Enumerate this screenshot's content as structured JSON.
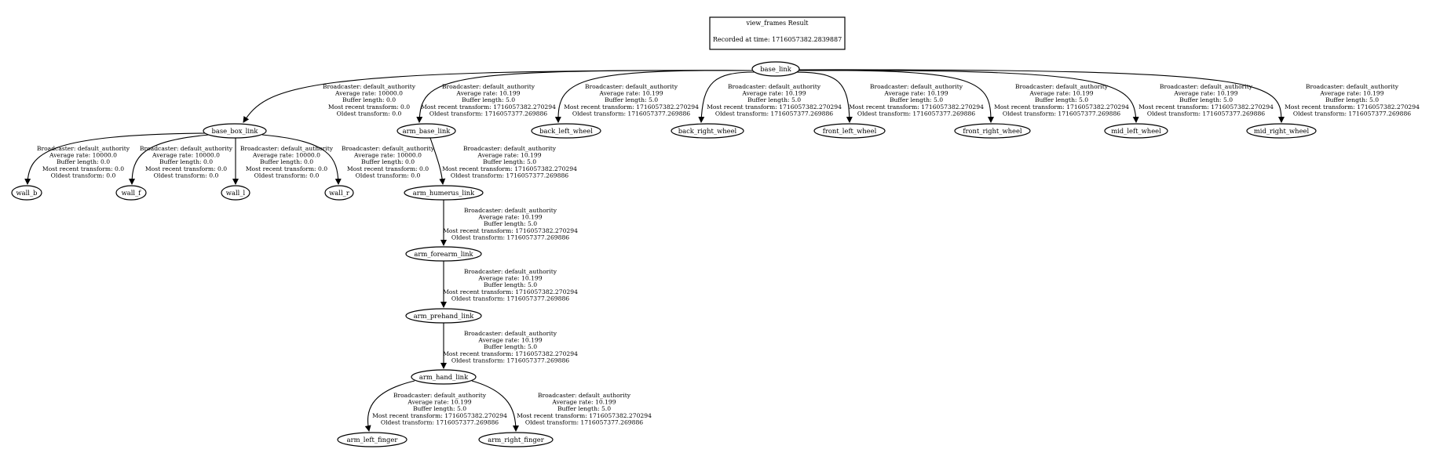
{
  "title_box": {
    "title": "view_frames Result",
    "recorded": "Recorded at time: 1716057382.2839887"
  },
  "nodes": {
    "base_link": "base_link",
    "base_box_link": "base_box_link",
    "arm_base_link": "arm_base_link",
    "back_left_wheel": "back_left_wheel",
    "back_right_wheel": "back_right_wheel",
    "front_left_wheel": "front_left_wheel",
    "front_right_wheel": "front_right_wheel",
    "mid_left_wheel": "mid_left_wheel",
    "mid_right_wheel": "mid_right_wheel",
    "wall_b": "wall_b",
    "wall_f": "wall_f",
    "wall_l": "wall_l",
    "wall_r": "wall_r",
    "arm_humerus_link": "arm_humerus_link",
    "arm_forearm_link": "arm_forearm_link",
    "arm_prehand_link": "arm_prehand_link",
    "arm_hand_link": "arm_hand_link",
    "arm_left_finger": "arm_left_finger",
    "arm_right_finger": "arm_right_finger"
  },
  "edges": {
    "base_link__base_box_link": [
      "Broadcaster: default_authority",
      "Average rate: 10000.0",
      "Buffer length: 0.0",
      "Most recent transform: 0.0",
      "Oldest transform: 0.0"
    ],
    "base_link__arm_base_link": [
      "Broadcaster: default_authority",
      "Average rate: 10.199",
      "Buffer length: 5.0",
      "Most recent transform: 1716057382.270294",
      "Oldest transform: 1716057377.269886"
    ],
    "base_link__back_left_wheel": [
      "Broadcaster: default_authority",
      "Average rate: 10.199",
      "Buffer length: 5.0",
      "Most recent transform: 1716057382.270294",
      "Oldest transform: 1716057377.269886"
    ],
    "base_link__back_right_wheel": [
      "Broadcaster: default_authority",
      "Average rate: 10.199",
      "Buffer length: 5.0",
      "Most recent transform: 1716057382.270294",
      "Oldest transform: 1716057377.269886"
    ],
    "base_link__front_left_wheel": [
      "Broadcaster: default_authority",
      "Average rate: 10.199",
      "Buffer length: 5.0",
      "Most recent transform: 1716057382.270294",
      "Oldest transform: 1716057377.269886"
    ],
    "base_link__front_right_wheel": [
      "Broadcaster: default_authority",
      "Average rate: 10.199",
      "Buffer length: 5.0",
      "Most recent transform: 1716057382.270294",
      "Oldest transform: 1716057377.269886"
    ],
    "base_link__mid_left_wheel": [
      "Broadcaster: default_authority",
      "Average rate: 10.199",
      "Buffer length: 5.0",
      "Most recent transform: 1716057382.270294",
      "Oldest transform: 1716057377.269886"
    ],
    "base_link__mid_right_wheel": [
      "Broadcaster: default_authority",
      "Average rate: 10.199",
      "Buffer length: 5.0",
      "Most recent transform: 1716057382.270294",
      "Oldest transform: 1716057377.269886"
    ],
    "base_box_link__wall_b": [
      "Broadcaster: default_authority",
      "Average rate: 10000.0",
      "Buffer length: 0.0",
      "Most recent transform: 0.0",
      "Oldest transform: 0.0"
    ],
    "base_box_link__wall_f": [
      "Broadcaster: default_authority",
      "Average rate: 10000.0",
      "Buffer length: 0.0",
      "Most recent transform: 0.0",
      "Oldest transform: 0.0"
    ],
    "base_box_link__wall_l": [
      "Broadcaster: default_authority",
      "Average rate: 10000.0",
      "Buffer length: 0.0",
      "Most recent transform: 0.0",
      "Oldest transform: 0.0"
    ],
    "base_box_link__wall_r": [
      "Broadcaster: default_authority",
      "Average rate: 10000.0",
      "Buffer length: 0.0",
      "Most recent transform: 0.0",
      "Oldest transform: 0.0"
    ],
    "arm_base_link__arm_humerus_link": [
      "Broadcaster: default_authority",
      "Average rate: 10.199",
      "Buffer length: 5.0",
      "Most recent transform: 1716057382.270294",
      "Oldest transform: 1716057377.269886"
    ],
    "arm_humerus_link__arm_forearm_link": [
      "Broadcaster: default_authority",
      "Average rate: 10.199",
      "Buffer length: 5.0",
      "Most recent transform: 1716057382.270294",
      "Oldest transform: 1716057377.269886"
    ],
    "arm_forearm_link__arm_prehand_link": [
      "Broadcaster: default_authority",
      "Average rate: 10.199",
      "Buffer length: 5.0",
      "Most recent transform: 1716057382.270294",
      "Oldest transform: 1716057377.269886"
    ],
    "arm_prehand_link__arm_hand_link": [
      "Broadcaster: default_authority",
      "Average rate: 10.199",
      "Buffer length: 5.0",
      "Most recent transform: 1716057382.270294",
      "Oldest transform: 1716057377.269886"
    ],
    "arm_hand_link__arm_left_finger": [
      "Broadcaster: default_authority",
      "Average rate: 10.199",
      "Buffer length: 5.0",
      "Most recent transform: 1716057382.270294",
      "Oldest transform: 1716057377.269886"
    ],
    "arm_hand_link__arm_right_finger": [
      "Broadcaster: default_authority",
      "Average rate: 10.199",
      "Buffer length: 5.0",
      "Most recent transform: 1716057382.270294",
      "Oldest transform: 1716057377.269886"
    ]
  }
}
